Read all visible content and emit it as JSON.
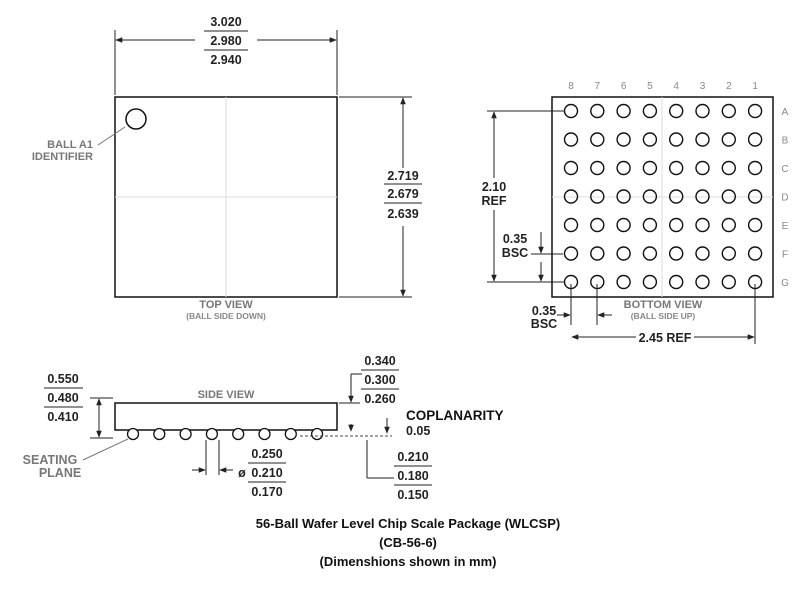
{
  "top_view": {
    "width_dims": [
      "3.020",
      "2.980",
      "2.940"
    ],
    "height_dims": [
      "2.719",
      "2.679",
      "2.639"
    ],
    "ball_a1_label": [
      "BALL A1",
      "IDENTIFIER"
    ],
    "view_label": "TOP VIEW",
    "view_sublabel": "(BALL SIDE DOWN)"
  },
  "bottom_view": {
    "column_labels": [
      "8",
      "7",
      "6",
      "5",
      "4",
      "3",
      "2",
      "1"
    ],
    "row_labels": [
      "A",
      "B",
      "C",
      "D",
      "E",
      "F",
      "G"
    ],
    "height_ref": [
      "2.10",
      "REF"
    ],
    "pitch_v": [
      "0.35",
      "BSC"
    ],
    "pitch_h": [
      "0.35",
      "BSC"
    ],
    "width_ref": "2.45 REF",
    "view_label": "BOTTOM VIEW",
    "view_sublabel": "(BALL SIDE UP)"
  },
  "side_view": {
    "view_label": "SIDE VIEW",
    "total_height_dims": [
      "0.550",
      "0.480",
      "0.410"
    ],
    "body_dims": [
      "0.340",
      "0.300",
      "0.260"
    ],
    "coplanarity_label": "COPLANARITY",
    "coplanarity_value": "0.05",
    "ball_height_dims": [
      "0.210",
      "0.180",
      "0.150"
    ],
    "ball_diameter_symbol": "ø",
    "ball_diameter_dims": [
      "0.250",
      "0.210",
      "0.170"
    ],
    "seating_plane_label": [
      "SEATING",
      "PLANE"
    ]
  },
  "caption": {
    "line1": "56-Ball Wafer Level Chip Scale Package (WLCSP)",
    "line2": "(CB-56-6)",
    "line3": "(Dimenshions shown in mm)"
  }
}
